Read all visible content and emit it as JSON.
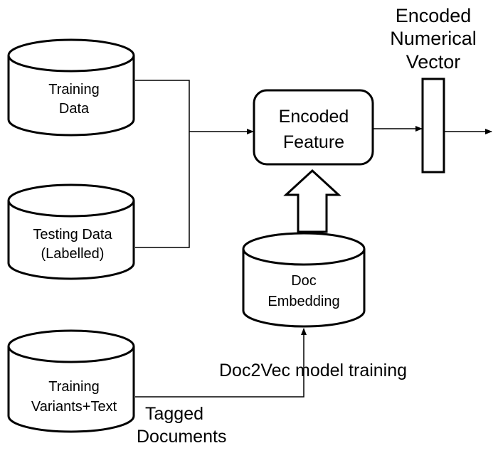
{
  "nodes": {
    "training_data": {
      "line1": "Training",
      "line2": "Data"
    },
    "testing_data": {
      "line1": "Testing Data",
      "line2": "(Labelled)"
    },
    "training_variants": {
      "line1": "Training",
      "line2": "Variants+Text"
    },
    "doc_embedding": {
      "line1": "Doc",
      "line2": "Embedding"
    },
    "encoded_feature": {
      "line1": "Encoded",
      "line2": "Feature"
    },
    "encoded_vector": {
      "line1": "Encoded",
      "line2": "Numerical",
      "line3": "Vector"
    }
  },
  "edge_labels": {
    "doc2vec": "Doc2Vec model training",
    "tagged_line1": "Tagged",
    "tagged_line2": "Documents"
  }
}
